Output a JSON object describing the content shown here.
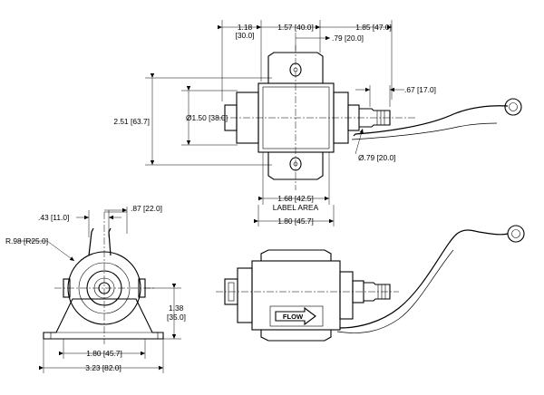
{
  "dimensions": {
    "top_left_offset": "1.18",
    "top_left_offset_mm": "[30.0]",
    "top_center_width": "1.57 [40.0]",
    "top_right_width": "1.85 [47.0]",
    "top_inner_offset": ".79 [20.0]",
    "height_total": "2.51 [63.7]",
    "body_diameter": "Ø1.50 [38.0]",
    "port_length": ".67 [17.0]",
    "port_diameter": "Ø.79 [20.0]",
    "label_area_width": "1.68 [42.5]",
    "label_area_text": "LABEL AREA",
    "body_width": "1.80 [45.7]",
    "wire_spacing": ".43 [11.0]",
    "wire_offset": ".87 [22.0]",
    "radius": "R.98 [R25.0]",
    "base_height": "1.38",
    "base_height_mm": "[35.0]",
    "mount_hole_spacing": "1.80 [45.7]",
    "base_width": "3.23 [82.0]"
  },
  "labels": {
    "flow": "FLOW"
  }
}
